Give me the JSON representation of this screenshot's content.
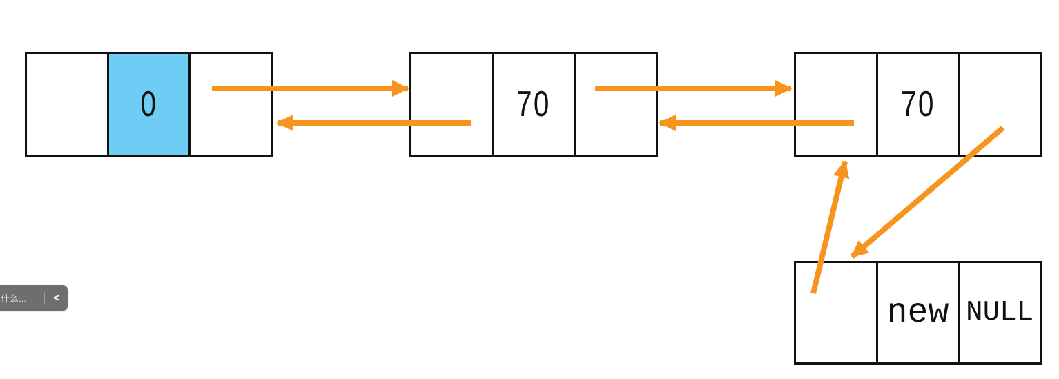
{
  "colors": {
    "arrow": "#F7941E",
    "highlight": "#6ECDF5",
    "border": "#111111",
    "tab_bg": "#6E6E6E",
    "tab_text": "#DCDCDC",
    "background": "#FFFFFF"
  },
  "nodes": [
    {
      "name": "head-node",
      "cells": [
        {
          "role": "prev-pointer",
          "text": ""
        },
        {
          "role": "data",
          "text": "0",
          "highlighted": true
        },
        {
          "role": "next-pointer",
          "text": ""
        }
      ]
    },
    {
      "name": "middle-node",
      "cells": [
        {
          "role": "prev-pointer",
          "text": ""
        },
        {
          "role": "data",
          "text": "70"
        },
        {
          "role": "next-pointer",
          "text": ""
        }
      ]
    },
    {
      "name": "tail-node",
      "cells": [
        {
          "role": "prev-pointer",
          "text": ""
        },
        {
          "role": "data",
          "text": "70"
        },
        {
          "role": "next-pointer",
          "text": ""
        }
      ]
    },
    {
      "name": "new-node",
      "cells": [
        {
          "role": "prev-pointer",
          "text": ""
        },
        {
          "role": "data",
          "text": "new"
        },
        {
          "role": "next-pointer",
          "text": "NULL"
        }
      ]
    }
  ],
  "tab": {
    "label": "什么...",
    "chevron": "<"
  }
}
